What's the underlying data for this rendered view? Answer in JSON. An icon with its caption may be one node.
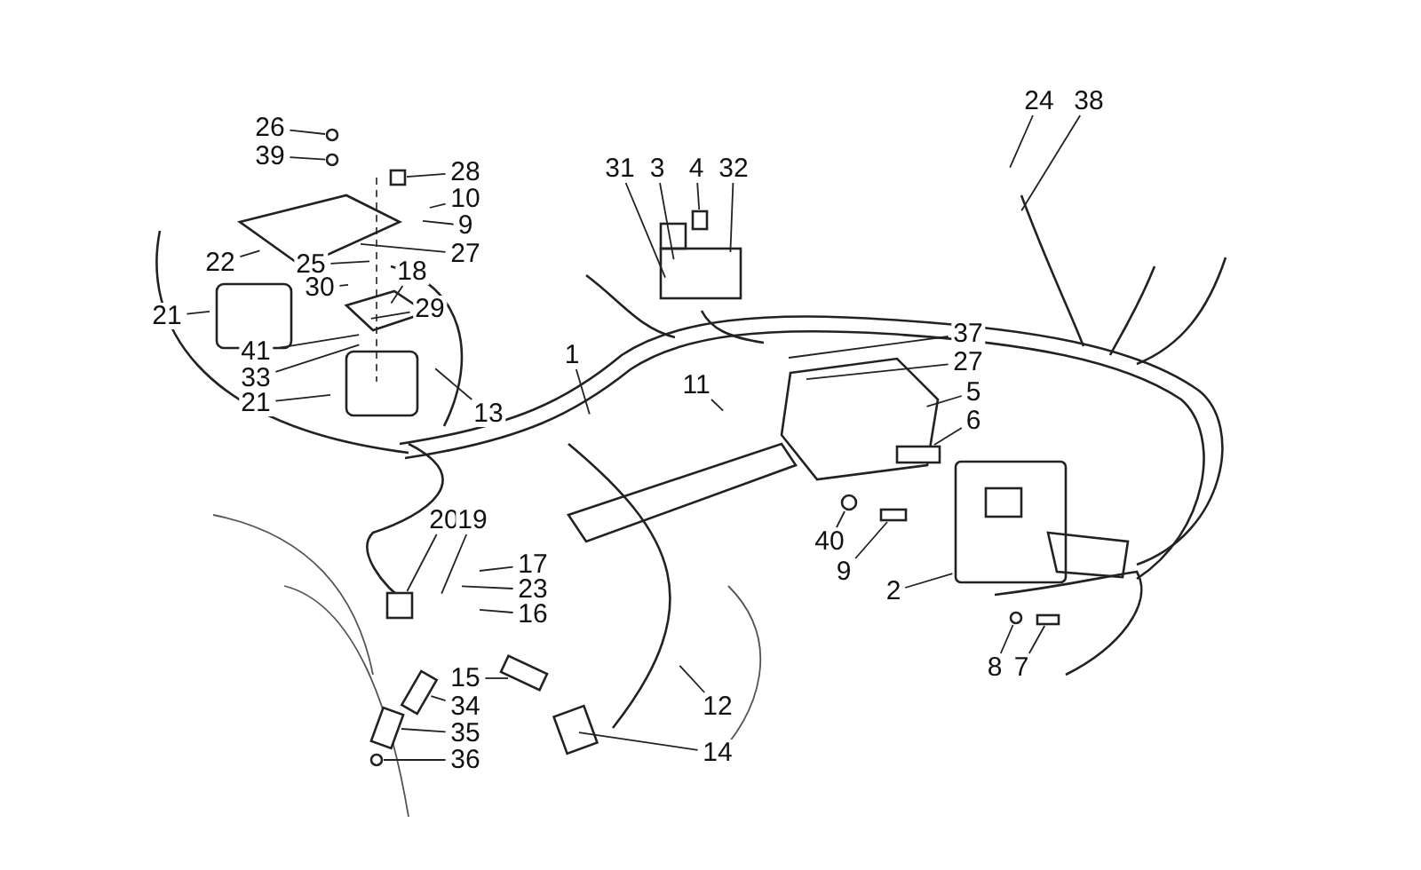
{
  "diagram": {
    "nodes": [
      {
        "text": [
          "24"
        ]
      },
      {
        "text": [
          "38"
        ]
      },
      {
        "text": [
          "26"
        ]
      },
      {
        "text": [
          "28"
        ]
      },
      {
        "text": [
          "31"
        ]
      },
      {
        "text": [
          "3"
        ]
      },
      {
        "text": [
          "4"
        ]
      },
      {
        "text": [
          "32"
        ]
      },
      {
        "text": [
          "39"
        ]
      },
      {
        "text": [
          "10"
        ]
      },
      {
        "text": [
          "9"
        ]
      },
      {
        "text": [
          "27"
        ]
      },
      {
        "text": [
          "22"
        ]
      },
      {
        "text": [
          "25"
        ]
      },
      {
        "text": [
          "18"
        ]
      },
      {
        "text": [
          "30"
        ]
      },
      {
        "text": [
          "29"
        ]
      },
      {
        "text": [
          "21"
        ]
      },
      {
        "text": [
          "41"
        ]
      },
      {
        "text": [
          "1"
        ]
      },
      {
        "text": [
          "37"
        ]
      },
      {
        "text": [
          "27"
        ]
      },
      {
        "text": [
          "33"
        ]
      },
      {
        "text": [
          "11"
        ]
      },
      {
        "text": [
          "5"
        ]
      },
      {
        "text": [
          "21"
        ]
      },
      {
        "text": [
          "13"
        ]
      },
      {
        "text": [
          "6"
        ]
      },
      {
        "text": [
          "20"
        ]
      },
      {
        "text": [
          "19"
        ]
      },
      {
        "text": [
          "40"
        ]
      },
      {
        "text": [
          "17"
        ]
      },
      {
        "text": [
          "9"
        ]
      },
      {
        "text": [
          "23"
        ]
      },
      {
        "text": [
          "2"
        ]
      },
      {
        "text": [
          "16"
        ]
      },
      {
        "text": [
          "8"
        ]
      },
      {
        "text": [
          "7"
        ]
      },
      {
        "text": [
          "15"
        ]
      },
      {
        "text": [
          "34"
        ]
      },
      {
        "text": [
          "12"
        ]
      },
      {
        "text": [
          "35"
        ]
      },
      {
        "text": [
          "14"
        ]
      },
      {
        "text": [
          "36"
        ]
      },
      {
        "text": [],
        "shape": "circle"
      },
      {
        "text": [],
        "shape": "circle"
      },
      {
        "text": [],
        "shape": "box"
      },
      {
        "text": [],
        "shape": "box"
      },
      {
        "text": [],
        "shape": "box"
      },
      {
        "text": [],
        "shape": "box"
      },
      {
        "text": [],
        "shape": "circle"
      },
      {
        "text": [],
        "shape": "box"
      },
      {
        "text": [],
        "shape": "circle"
      },
      {
        "text": [],
        "shape": "box"
      },
      {
        "text": [],
        "shape": "box"
      },
      {
        "text": [],
        "shape": "box"
      },
      {
        "text": [],
        "shape": "circle"
      }
    ],
    "edges": [
      {
        "from": 0,
        "to": null,
        "arrow": "none"
      },
      {
        "from": 1,
        "to": null,
        "arrow": "none"
      },
      {
        "from": 2,
        "to": 44,
        "arrow": "none"
      },
      {
        "from": 3,
        "to": 46,
        "arrow": "none"
      },
      {
        "from": 4,
        "to": null,
        "arrow": "none"
      },
      {
        "from": 5,
        "to": null,
        "arrow": "none"
      },
      {
        "from": 6,
        "to": 47,
        "arrow": "none"
      },
      {
        "from": 7,
        "to": null,
        "arrow": "none"
      },
      {
        "from": 8,
        "to": 45,
        "arrow": "none"
      },
      {
        "from": 9,
        "to": null,
        "arrow": "none"
      },
      {
        "from": 10,
        "to": null,
        "arrow": "none"
      },
      {
        "from": 11,
        "to": null,
        "arrow": "none"
      },
      {
        "from": 12,
        "to": null,
        "arrow": "none"
      },
      {
        "from": 13,
        "to": null,
        "arrow": "none"
      },
      {
        "from": 14,
        "to": null,
        "arrow": "none"
      },
      {
        "from": 15,
        "to": null,
        "arrow": "none"
      },
      {
        "from": 16,
        "to": null,
        "arrow": "none"
      },
      {
        "from": 17,
        "to": null,
        "arrow": "none"
      },
      {
        "from": 18,
        "to": null,
        "arrow": "none"
      },
      {
        "from": 19,
        "to": null,
        "arrow": "none"
      },
      {
        "from": 20,
        "to": null,
        "arrow": "none"
      },
      {
        "from": 21,
        "to": null,
        "arrow": "none"
      },
      {
        "from": 22,
        "to": null,
        "arrow": "none"
      },
      {
        "from": 23,
        "to": null,
        "arrow": "none"
      },
      {
        "from": 24,
        "to": null,
        "arrow": "none"
      },
      {
        "from": 25,
        "to": null,
        "arrow": "none"
      },
      {
        "from": 26,
        "to": null,
        "arrow": "none"
      },
      {
        "from": 27,
        "to": 48,
        "arrow": "none"
      },
      {
        "from": 28,
        "to": 49,
        "arrow": "none"
      },
      {
        "from": 29,
        "to": null,
        "arrow": "none"
      },
      {
        "from": 30,
        "to": 50,
        "arrow": "none"
      },
      {
        "from": 31,
        "to": null,
        "arrow": "none"
      },
      {
        "from": 32,
        "to": 51,
        "arrow": "none"
      },
      {
        "from": 33,
        "to": null,
        "arrow": "none"
      },
      {
        "from": 34,
        "to": null,
        "arrow": "none"
      },
      {
        "from": 35,
        "to": null,
        "arrow": "none"
      },
      {
        "from": 36,
        "to": 52,
        "arrow": "none"
      },
      {
        "from": 37,
        "to": 53,
        "arrow": "none"
      },
      {
        "from": 38,
        "to": null,
        "arrow": "none"
      },
      {
        "from": 39,
        "to": 54,
        "arrow": "none"
      },
      {
        "from": 40,
        "to": null,
        "arrow": "none"
      },
      {
        "from": 41,
        "to": 55,
        "arrow": "none"
      },
      {
        "from": 42,
        "to": null,
        "arrow": "none"
      },
      {
        "from": 43,
        "to": 56,
        "arrow": "none"
      }
    ]
  }
}
